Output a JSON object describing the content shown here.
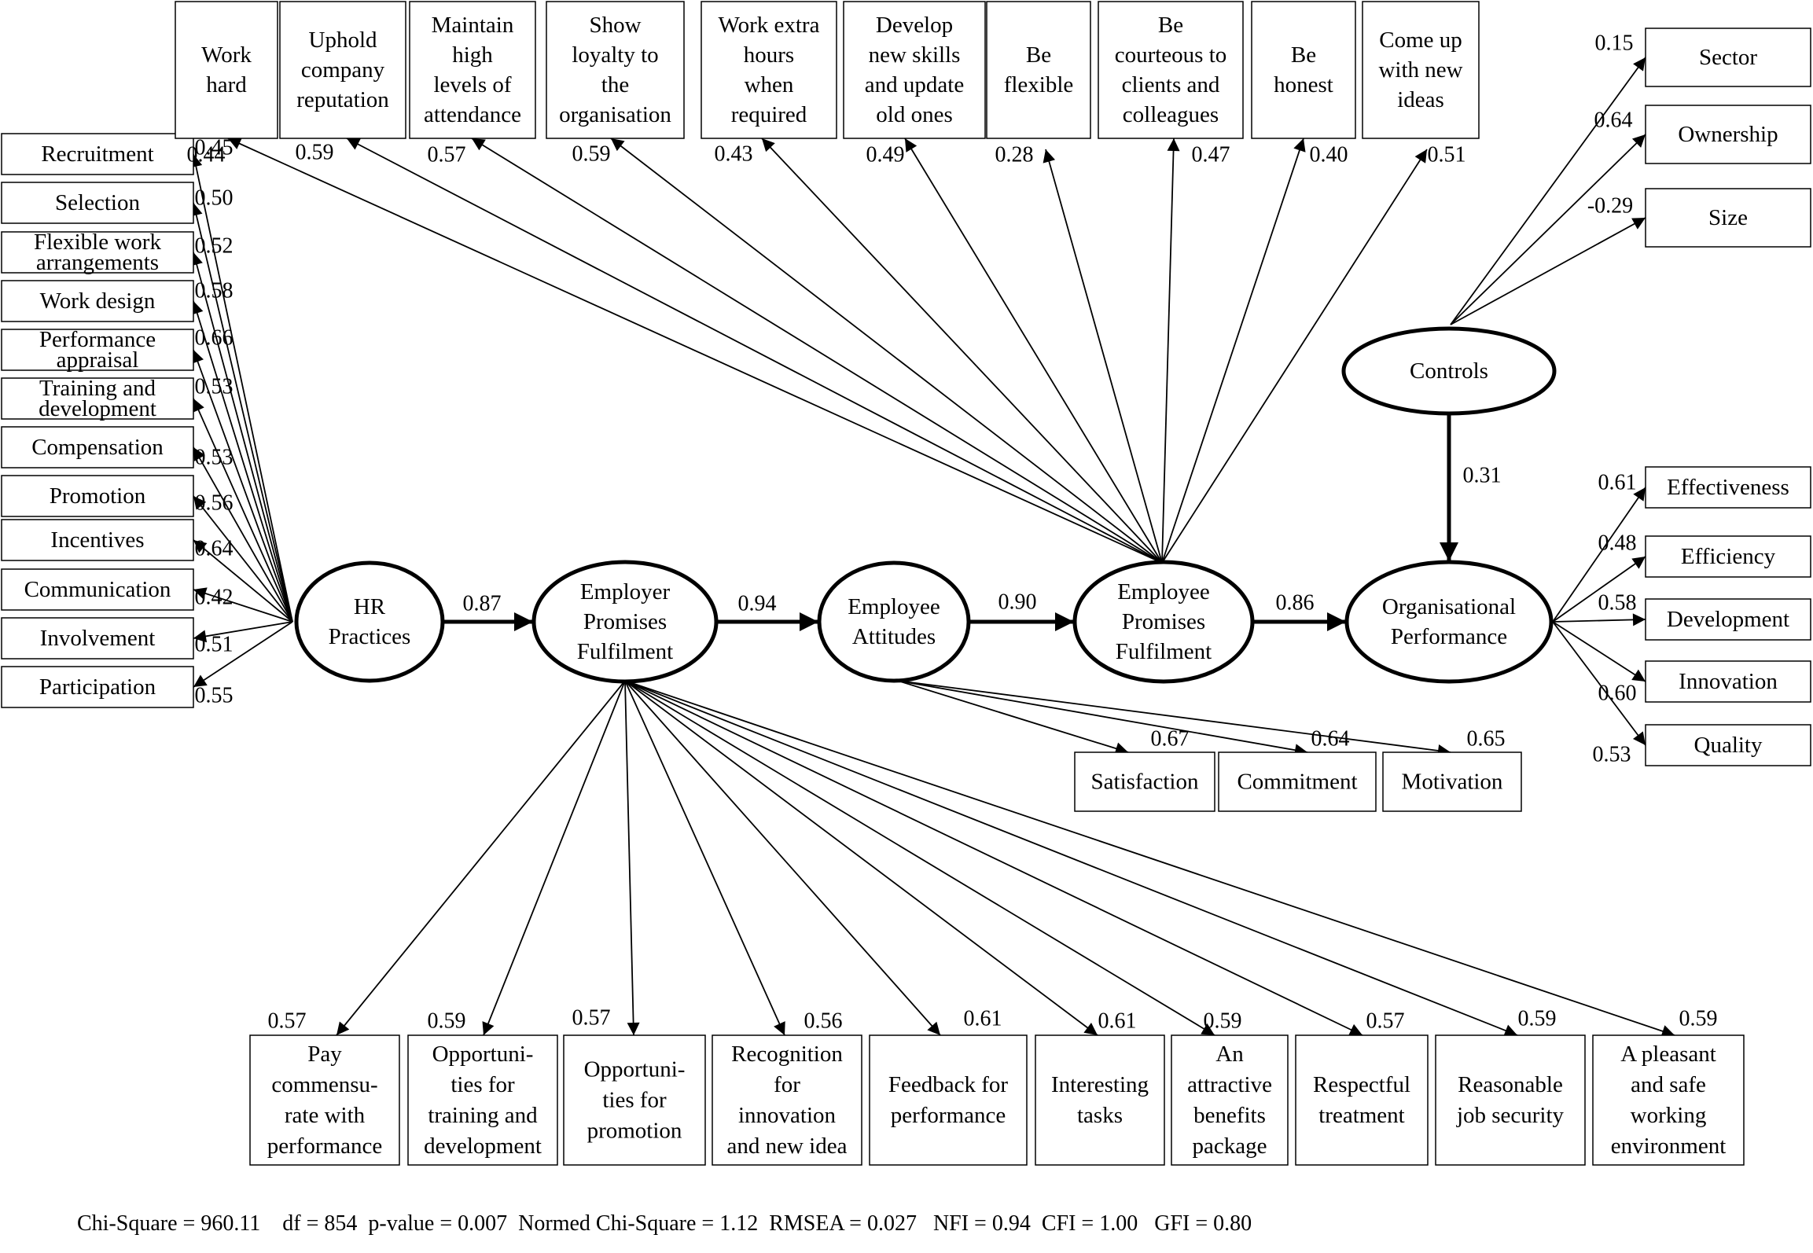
{
  "latents": {
    "hr": [
      "HR",
      "Practices"
    ],
    "epf_employer": [
      "Employer",
      "Promises",
      "Fulfilment"
    ],
    "attitudes": [
      "Employee",
      "Attitudes"
    ],
    "epf_employee": [
      "Employee",
      "Promises",
      "Fulfilment"
    ],
    "controls": [
      "Controls"
    ],
    "performance": [
      "Organisational",
      "Performance"
    ]
  },
  "structural_paths": [
    {
      "from": "HR Practices",
      "to": "Employer Promises Fulfilment",
      "value": "0.87"
    },
    {
      "from": "Employer Promises Fulfilment",
      "to": "Employee Attitudes",
      "value": "0.94"
    },
    {
      "from": "Employee Attitudes",
      "to": "Employee Promises Fulfilment",
      "value": "0.90"
    },
    {
      "from": "Employee Promises Fulfilment",
      "to": "Organisational Performance",
      "value": "0.86"
    },
    {
      "from": "Controls",
      "to": "Organisational Performance",
      "value": "0.31"
    }
  ],
  "hr_indicators": [
    {
      "label": [
        "Recruitment"
      ],
      "value": "0.45"
    },
    {
      "label": [
        "Selection"
      ],
      "value": "0.50"
    },
    {
      "label": [
        "Flexible work",
        "arrangements"
      ],
      "value": "0.52"
    },
    {
      "label": [
        "Work design"
      ],
      "value": "0.58"
    },
    {
      "label": [
        "Performance",
        "appraisal"
      ],
      "value": "0.66"
    },
    {
      "label": [
        "Training and",
        "development"
      ],
      "value": "0.53"
    },
    {
      "label": [
        "Compensation"
      ],
      "value": "0.53"
    },
    {
      "label": [
        "Promotion"
      ],
      "value": "0.56"
    },
    {
      "label": [
        "Incentives"
      ],
      "value": "0.64"
    },
    {
      "label": [
        "Communication"
      ],
      "value": "0.42"
    },
    {
      "label": [
        "Involvement"
      ],
      "value": "0.51"
    },
    {
      "label": [
        "Participation"
      ],
      "value": "0.55"
    }
  ],
  "employee_promise_indicators": [
    {
      "label": [
        "Work",
        "hard"
      ],
      "value": "0.44"
    },
    {
      "label": [
        "Uphold",
        "company",
        "reputation"
      ],
      "value": "0.59"
    },
    {
      "label": [
        "Maintain",
        "high",
        "levels of",
        "attendance"
      ],
      "value": "0.57"
    },
    {
      "label": [
        "Show",
        "loyalty to",
        "the",
        "organisation"
      ],
      "value": "0.59"
    },
    {
      "label": [
        "Work extra",
        "hours",
        "when",
        "required"
      ],
      "value": "0.43"
    },
    {
      "label": [
        "Develop",
        "new skills",
        "and update",
        "old ones"
      ],
      "value": "0.49"
    },
    {
      "label": [
        "Be",
        "flexible"
      ],
      "value": "0.28"
    },
    {
      "label": [
        "Be",
        "courteous to",
        "clients and",
        "colleagues"
      ],
      "value": "0.47"
    },
    {
      "label": [
        "Be",
        "honest"
      ],
      "value": "0.40"
    },
    {
      "label": [
        "Come up",
        "with new",
        "ideas"
      ],
      "value": "0.51"
    }
  ],
  "employer_promise_indicators": [
    {
      "label": [
        "Pay",
        "commensu-",
        "rate with",
        "performance"
      ],
      "value": "0.57"
    },
    {
      "label": [
        "Opportuni-",
        "ties for",
        "training and",
        "development"
      ],
      "value": "0.59"
    },
    {
      "label": [
        "Opportuni-",
        "ties for",
        "promotion"
      ],
      "value": "0.57"
    },
    {
      "label": [
        "Recognition",
        "for",
        "innovation",
        "and new idea"
      ],
      "value": "0.56"
    },
    {
      "label": [
        "Feedback for",
        "performance"
      ],
      "value": "0.61"
    },
    {
      "label": [
        "Interesting",
        "tasks"
      ],
      "value": "0.61"
    },
    {
      "label": [
        "An",
        "attractive",
        "benefits",
        "package"
      ],
      "value": "0.59"
    },
    {
      "label": [
        "Respectful",
        "treatment"
      ],
      "value": "0.57"
    },
    {
      "label": [
        "Reasonable",
        "job security"
      ],
      "value": "0.59"
    },
    {
      "label": [
        "A pleasant",
        "and safe",
        "working",
        "environment"
      ],
      "value": "0.59"
    }
  ],
  "attitude_indicators": [
    {
      "label": [
        "Satisfaction"
      ],
      "value": "0.67"
    },
    {
      "label": [
        "Commitment"
      ],
      "value": "0.64"
    },
    {
      "label": [
        "Motivation"
      ],
      "value": "0.65"
    }
  ],
  "control_indicators": [
    {
      "label": [
        "Sector"
      ],
      "value": "0.15"
    },
    {
      "label": [
        "Ownership"
      ],
      "value": "0.64"
    },
    {
      "label": [
        "Size"
      ],
      "value": "-0.29"
    }
  ],
  "performance_indicators": [
    {
      "label": [
        "Effectiveness"
      ],
      "value": "0.61"
    },
    {
      "label": [
        "Efficiency"
      ],
      "value": "0.48"
    },
    {
      "label": [
        "Development"
      ],
      "value": "0.58"
    },
    {
      "label": [
        "Innovation"
      ],
      "value": "0.60"
    },
    {
      "label": [
        "Quality"
      ],
      "value": "0.53"
    }
  ],
  "fit_indices": "Chi-Square = 960.11    df = 854  p-value = 0.007  Normed Chi-Square = 1.12  RMSEA = 0.027   NFI = 0.94  CFI = 1.00   GFI = 0.80"
}
